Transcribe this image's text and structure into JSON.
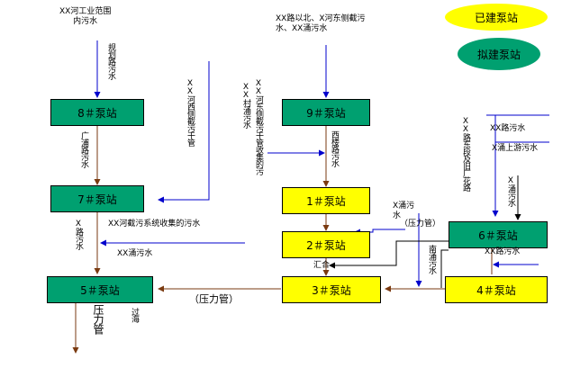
{
  "legend": {
    "built": "已建泵站",
    "planned": "拟建泵站"
  },
  "stations": {
    "s8": "8＃泵站",
    "s7": "7＃泵站",
    "s5": "5＃泵站",
    "s9": "9＃泵站",
    "s1": "1＃泵站",
    "s2": "2＃泵站",
    "s3": "3＃泵站",
    "s6": "6＃泵站",
    "s4": "4＃泵站"
  },
  "labels": {
    "top_left": "XX河工业范围\n内污水",
    "top_mid": "XX路以北、X河东侧截污\n水、XX涌污水",
    "guihua_road": "规划路污水",
    "west_trunk": "XX河西侧截污干管",
    "east_trunk": "XX河东侧截污干管收集的污",
    "east_trunk_b": "XX村涌污水",
    "west_road": "西楼路污水",
    "guangpu_road": "广浦路污水",
    "x_road": "X路污水",
    "x_system": "XX河截污系统收集的污水",
    "xx_chong": "XX涌污水",
    "xx_road_right": "XX路污水",
    "east_area": "XX路东段及旧厂花路",
    "x_chong_up": "X涌上游污水",
    "x_chong_right": "X涌污水",
    "x_chong_mid": "X涌污\n水",
    "pressure_small": "（压力管）",
    "xx_road_2": "XX路污水",
    "nanyong": "南涌污水",
    "combine": "汇合",
    "pressure_main": "（压力管）",
    "pressure_out": "压力管",
    "guohai": "过海"
  }
}
